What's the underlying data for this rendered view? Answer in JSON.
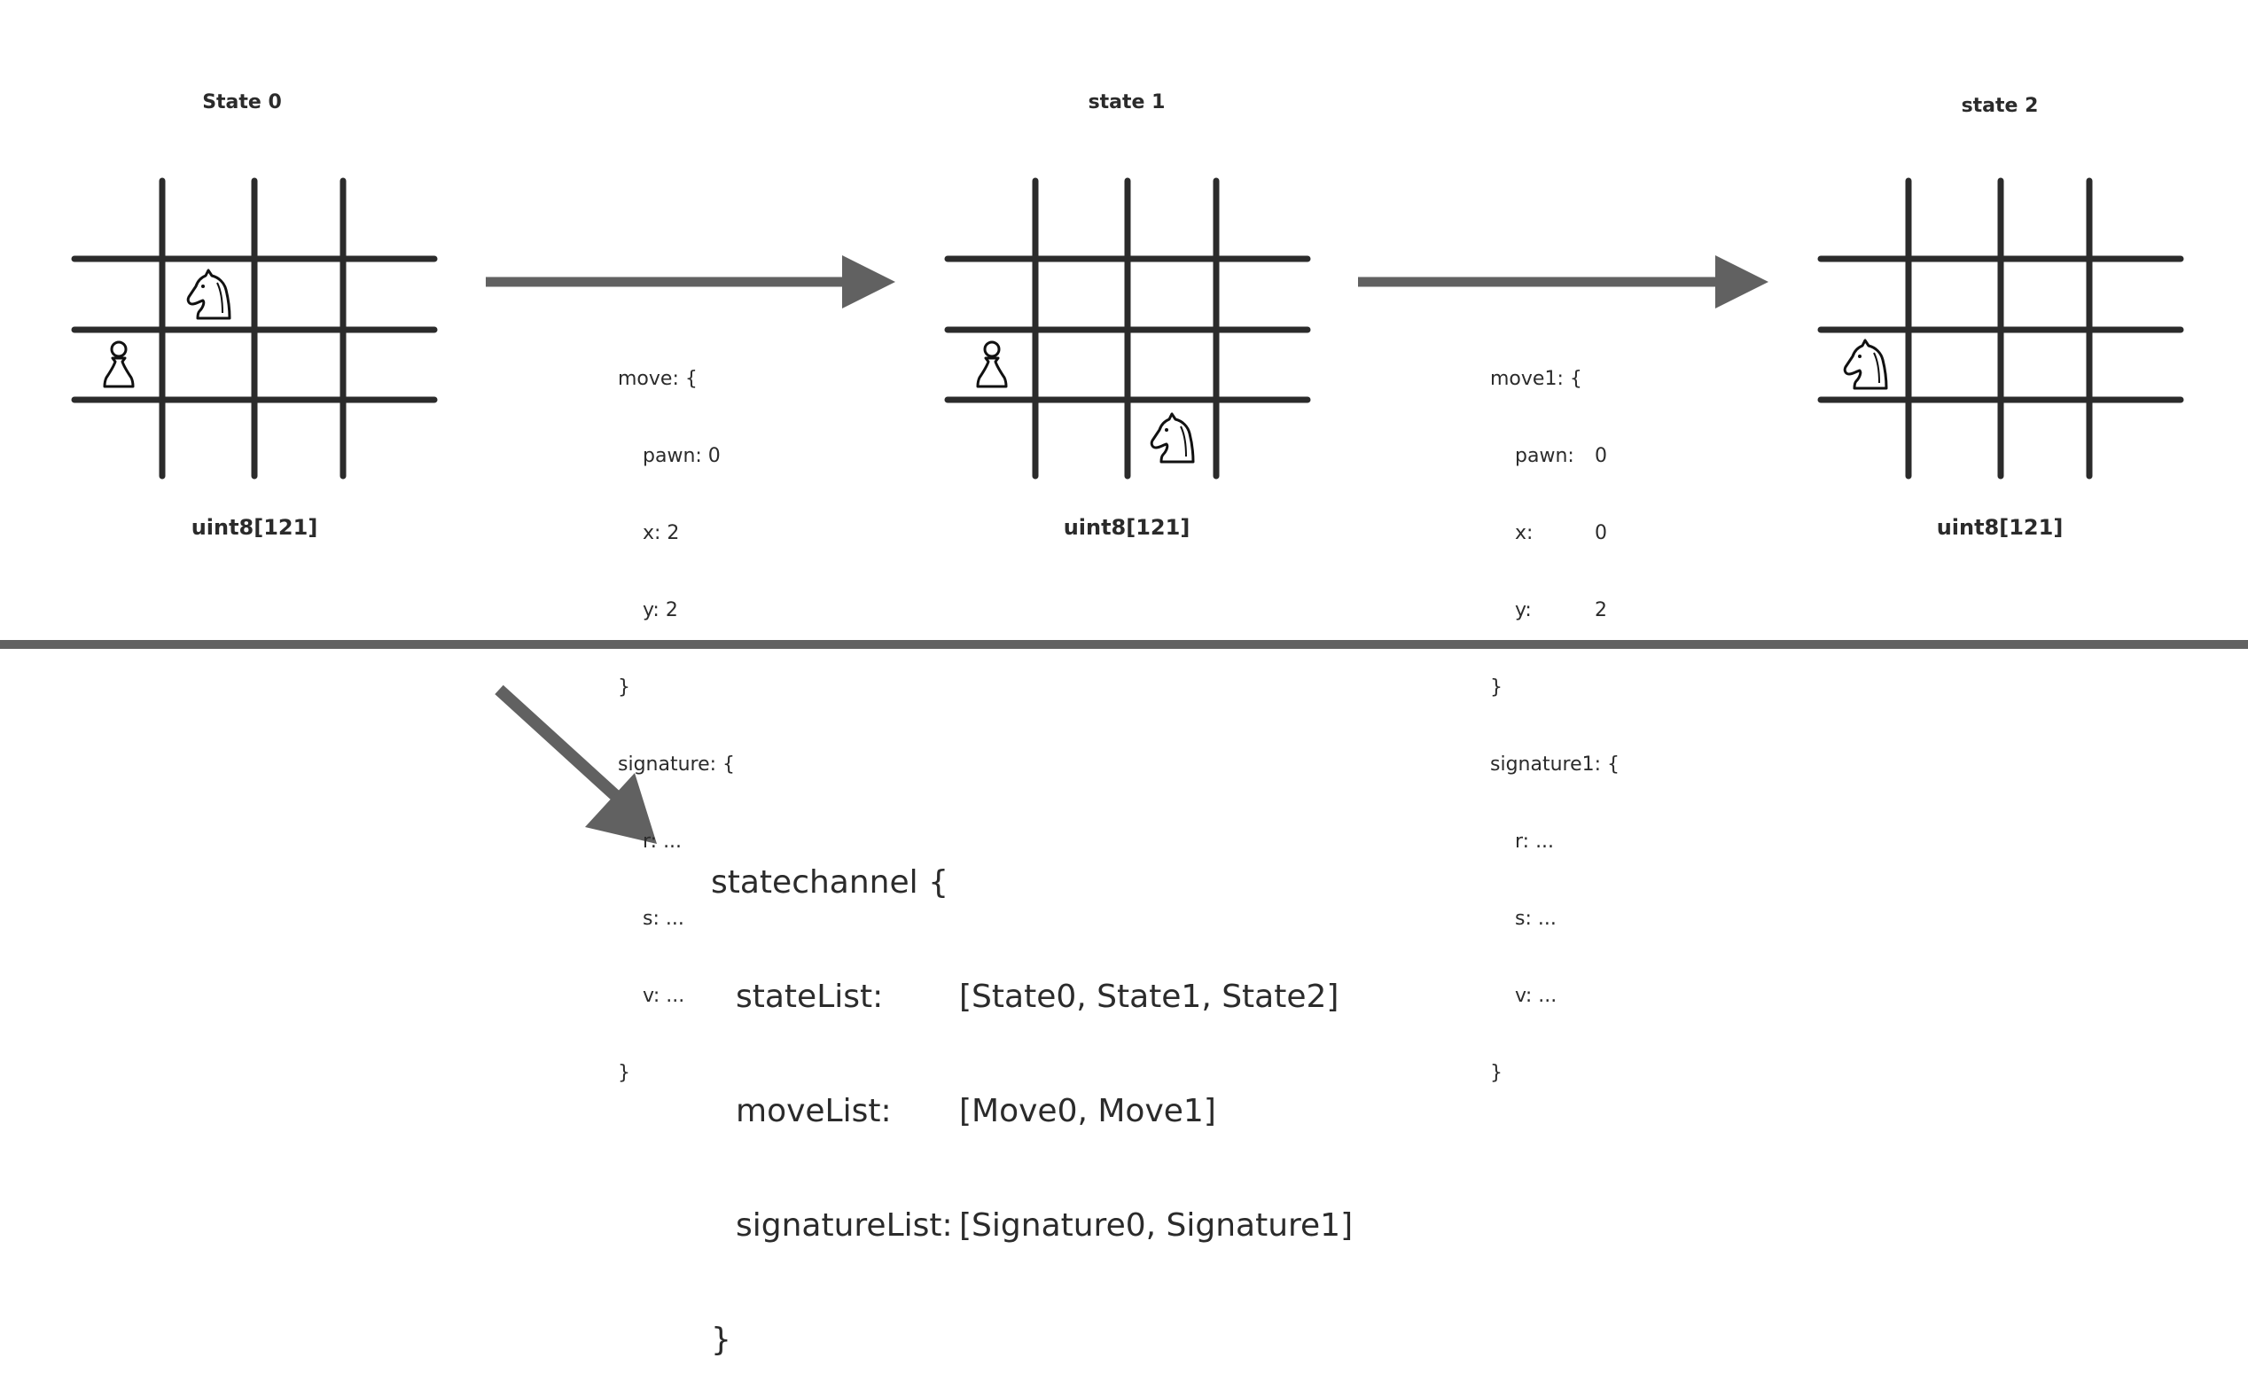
{
  "states": [
    {
      "title": "State 0",
      "type_label": "uint8[121]",
      "pieces": [
        {
          "piece": "knight",
          "icon": "knight-icon",
          "col": 1,
          "row": 1
        },
        {
          "piece": "pawn",
          "icon": "pawn-icon",
          "col": 0,
          "row": 2
        }
      ]
    },
    {
      "title": "state 1",
      "type_label": "uint8[121]",
      "pieces": [
        {
          "piece": "pawn",
          "icon": "pawn-icon",
          "col": 0,
          "row": 2
        },
        {
          "piece": "knight",
          "icon": "knight-icon",
          "col": 2,
          "row": 3
        }
      ]
    },
    {
      "title": "state 2",
      "type_label": "uint8[121]",
      "pieces": [
        {
          "piece": "knight",
          "icon": "knight-icon",
          "col": 0,
          "row": 2
        }
      ]
    }
  ],
  "moves": [
    {
      "move_open": "move: {",
      "pawn": "pawn: 0",
      "x": "x: 2",
      "y": "y: 2",
      "move_close": "}",
      "sig_open": "signature: {",
      "r": "r: ...",
      "s": "s: ...",
      "v": "v: ...",
      "sig_close": "}"
    },
    {
      "move_open": "move1: {",
      "pawn_key": "pawn:",
      "pawn_val": "0",
      "x_key": "x:",
      "x_val": "0",
      "y_key": "y:",
      "y_val": "2",
      "move_close": "}",
      "sig_open": "signature1: {",
      "r": "r: ...",
      "s": "s: ...",
      "v": "v: ...",
      "sig_close": "}"
    }
  ],
  "statechannel": {
    "open": "statechannel {",
    "state_list_key": "stateList:",
    "state_list_val": "[State0, State1, State2]",
    "move_list_key": "moveList:",
    "move_list_val": "[Move0, Move1]",
    "signature_list_key": "signatureList:",
    "signature_list_val": "[Signature0, Signature1]",
    "close": "}"
  },
  "colors": {
    "grid_line": "#2b2b2b",
    "arrow": "#616161",
    "divider": "#616161",
    "text": "#2b2b2b"
  }
}
